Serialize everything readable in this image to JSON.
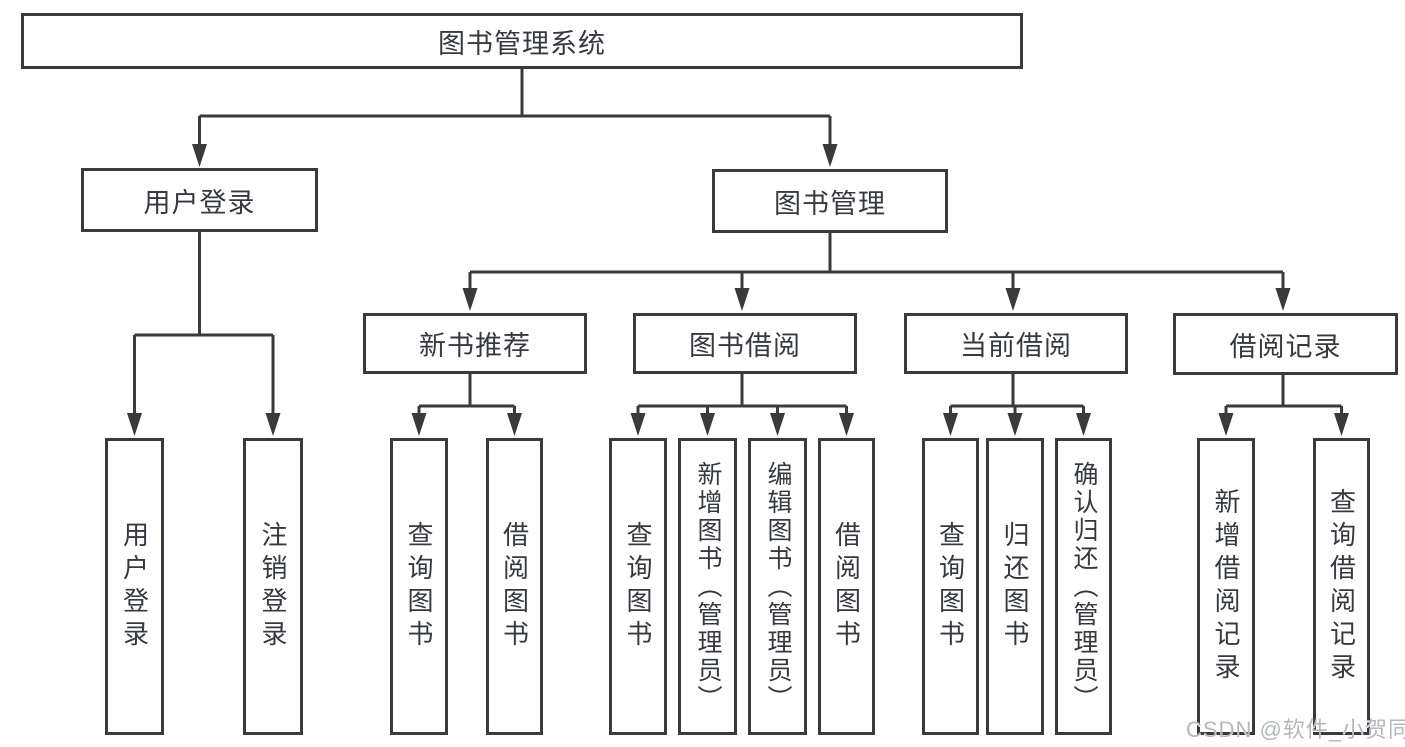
{
  "diagram": {
    "root": {
      "label": "图书管理系统"
    },
    "login": {
      "label": "用户登录",
      "children": [
        {
          "label": "用户登录"
        },
        {
          "label": "注销登录"
        }
      ]
    },
    "management": {
      "label": "图书管理",
      "groups": [
        {
          "label": "新书推荐",
          "children": [
            {
              "label": "查询图书"
            },
            {
              "label": "借阅图书"
            }
          ]
        },
        {
          "label": "图书借阅",
          "children": [
            {
              "label": "查询图书"
            },
            {
              "label": "新增图书（管理员）"
            },
            {
              "label": "编辑图书（管理员）"
            },
            {
              "label": "借阅图书"
            }
          ]
        },
        {
          "label": "当前借阅",
          "children": [
            {
              "label": "查询图书"
            },
            {
              "label": "归还图书"
            },
            {
              "label": "确认归还（管理员）"
            }
          ]
        },
        {
          "label": "借阅记录",
          "children": [
            {
              "label": "新增借阅记录"
            },
            {
              "label": "查询借阅记录"
            }
          ]
        }
      ]
    }
  },
  "colors": {
    "line": "#3a3a3a",
    "box_background": "#ffffff",
    "watermark": "#b4b8bc"
  },
  "watermark": {
    "text": "CSDN @软件_小贺同学"
  }
}
